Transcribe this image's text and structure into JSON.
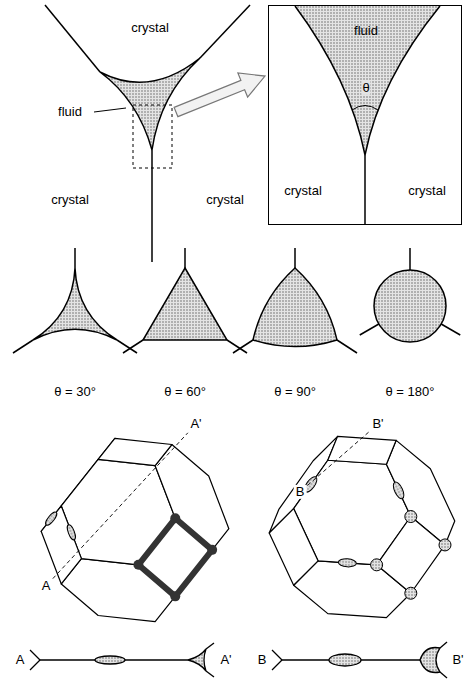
{
  "diagram": {
    "nodes": [
      {
        "text": [
          "fluid",
          "θ",
          "crystal",
          "crystal"
        ]
      }
    ],
    "labels": [
      "crystal",
      "fluid",
      "crystal",
      "crystal",
      "θ = 30°",
      "θ = 60°",
      "θ = 90°",
      "θ = 180°",
      "A",
      "A'",
      "B",
      "B'",
      "A",
      "A'",
      "B",
      "B'"
    ]
  }
}
